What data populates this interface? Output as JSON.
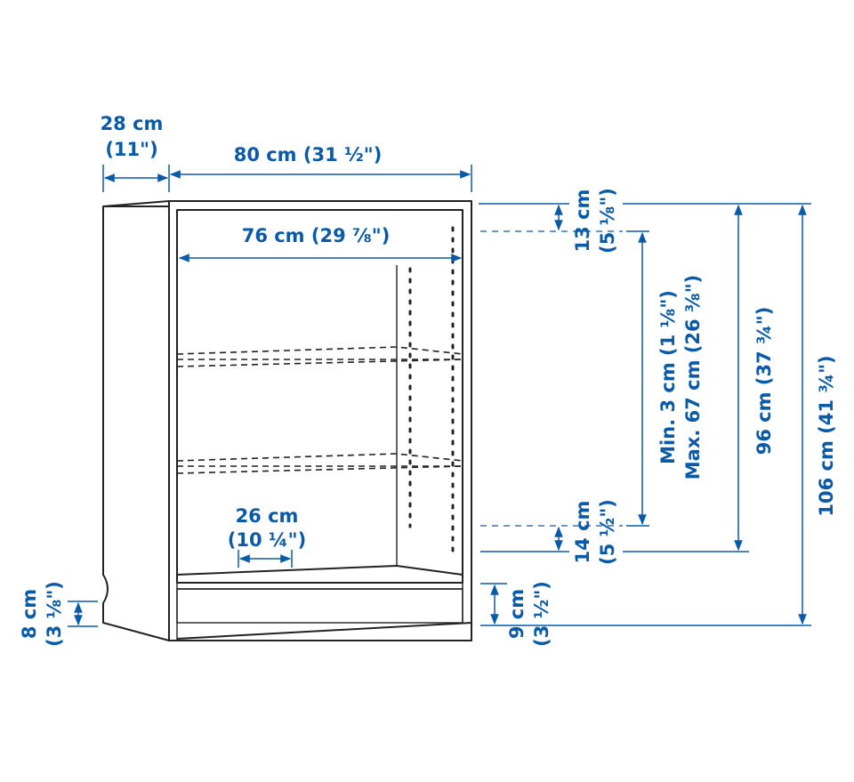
{
  "colors": {
    "dimension": "#0a5aa8",
    "outline": "#222222",
    "background": "#ffffff"
  },
  "dimensions": {
    "depth": {
      "metric": "28 cm",
      "imperial": "(11\")"
    },
    "outer_width": {
      "metric": "80 cm (31 ½\")"
    },
    "inner_width": {
      "metric": "76 cm (29 ⅞\")"
    },
    "shelf_depth": {
      "metric": "26 cm",
      "imperial": "(10 ¼\")"
    },
    "plinth_left": {
      "metric": "8 cm",
      "imperial": "(3 ⅛\")"
    },
    "top_gap": {
      "metric": "13 cm",
      "imperial": "(5 ⅛\")"
    },
    "bottom_gap": {
      "metric": "14 cm",
      "imperial": "(5 ½\")"
    },
    "plinth_right": {
      "metric": "9 cm",
      "imperial": "(3 ½\")"
    },
    "shelf_range": {
      "min": "Min. 3 cm (1 ⅛\")",
      "max": "Max. 67 cm (26 ⅜\")"
    },
    "inner_height": {
      "metric": "96 cm (37 ¾\")"
    },
    "total_height": {
      "metric": "106 cm (41 ¾\")"
    }
  }
}
